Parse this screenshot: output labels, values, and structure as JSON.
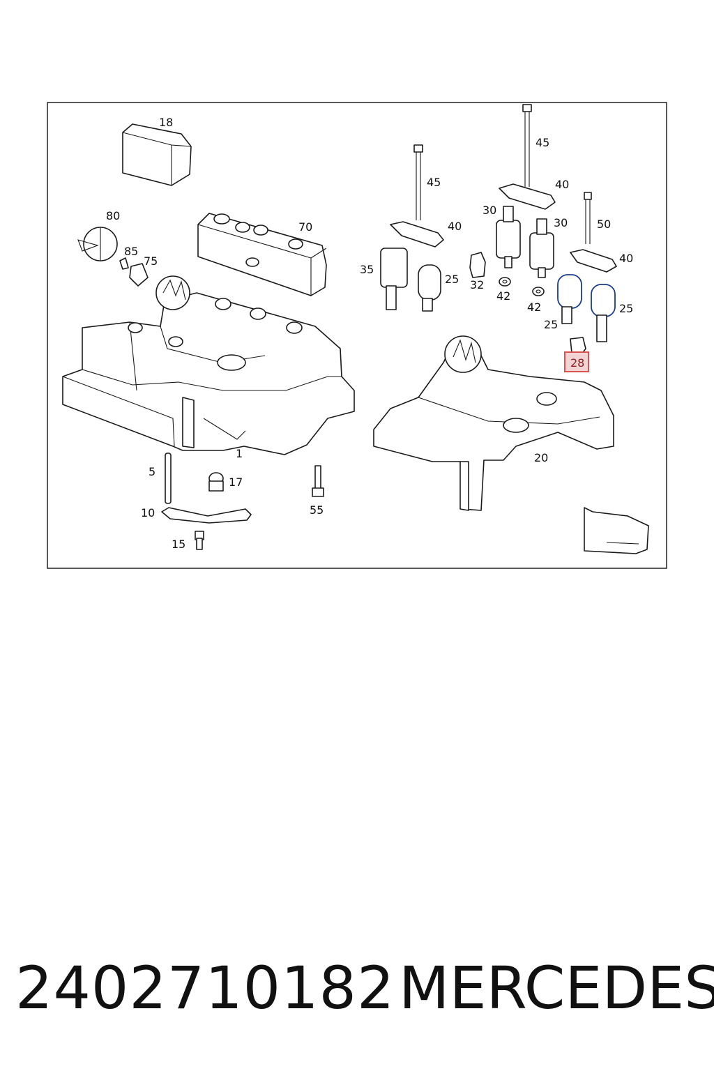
{
  "diagram": {
    "callouts": {
      "c18": "18",
      "c80": "80",
      "c85": "85",
      "c75": "75",
      "c70": "70",
      "c45a": "45",
      "c45b": "45",
      "c40a": "40",
      "c40b": "40",
      "c40c": "40",
      "c30a": "30",
      "c30b": "30",
      "c50": "50",
      "c35": "35",
      "c25a": "25",
      "c25b": "25",
      "c25c": "25",
      "c32": "32",
      "c42a": "42",
      "c42b": "42",
      "c28": "28",
      "c1": "1",
      "c20": "20",
      "c5": "5",
      "c17": "17",
      "c55": "55",
      "c10": "10",
      "c15": "15"
    },
    "highlighted_part": "28",
    "highlight_color": "#d9534f"
  },
  "footer": {
    "part_number": "2402710182",
    "brand": "MERCEDES"
  }
}
